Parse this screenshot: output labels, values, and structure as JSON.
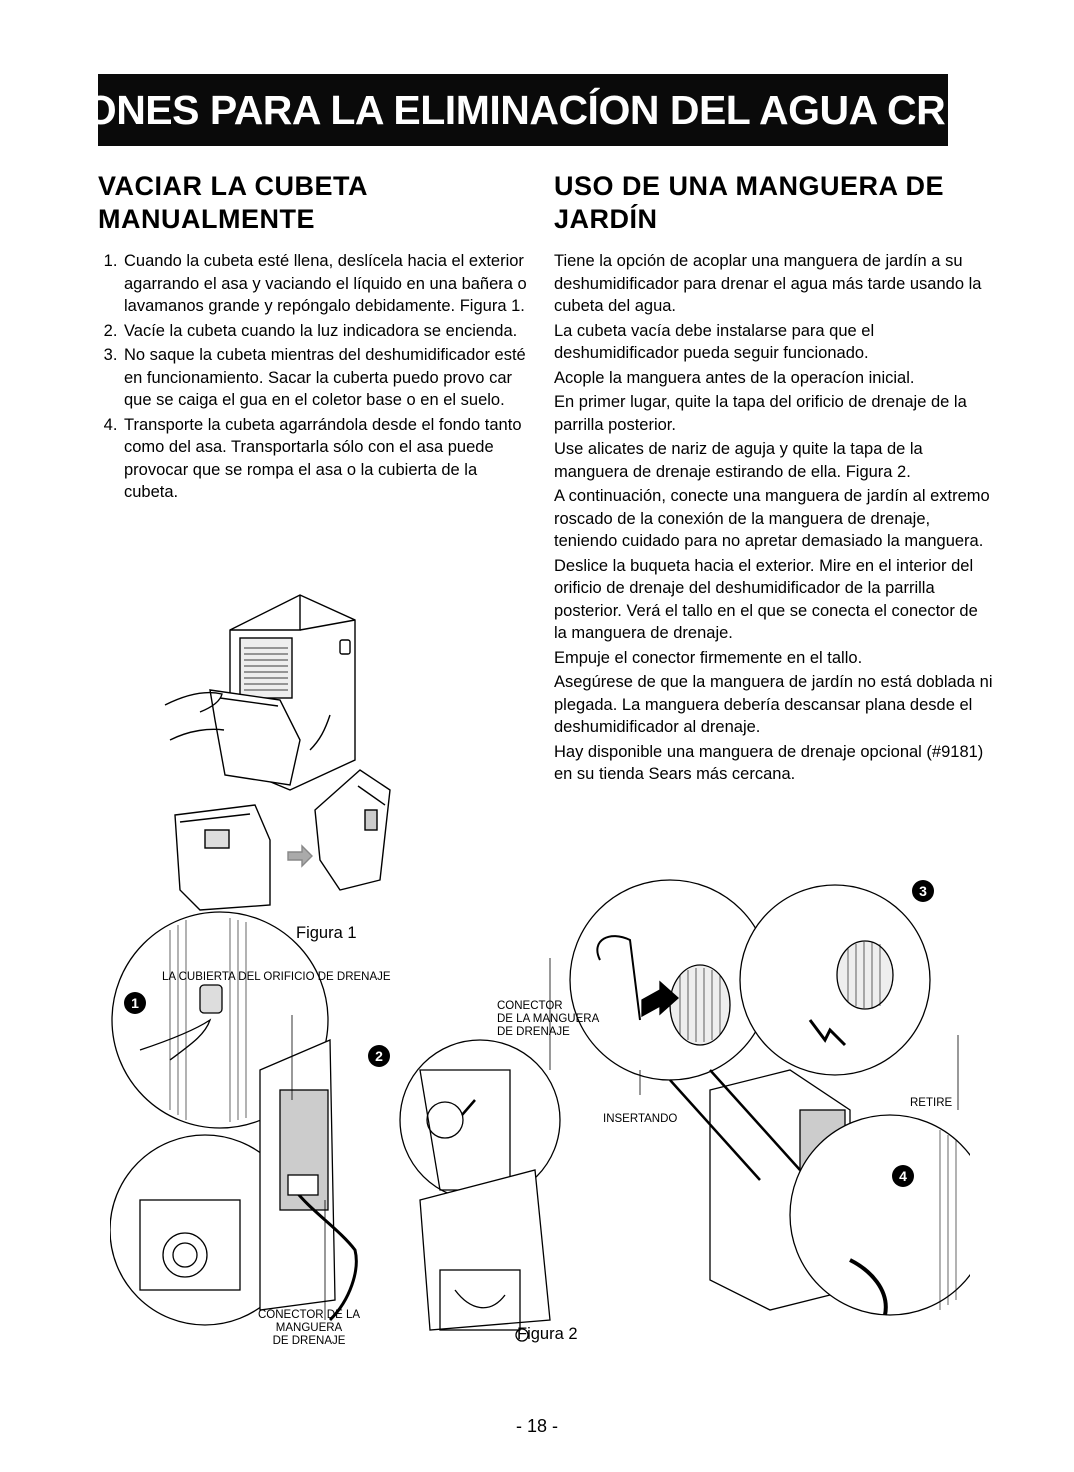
{
  "banner": "OPCIONES PARA LA ELIMINACÍON DEL AGUA CREADA",
  "left": {
    "heading_line1": "VACIAR LA CUBETA",
    "heading_line2": "MANUALMENTE",
    "items": [
      "Cuando la cubeta esté llena, deslícela hacia el exterior agarrando el asa y vaciando el líquido en una bañera o lavamanos grande y repóngalo debidamente. Figura 1.",
      "Vacíe la cubeta cuando la luz indicadora se encienda.",
      "No saque la cubeta mientras del deshumidificador esté en funcionamiento. Sacar la cuberta puedo provo car que se caiga el gua en el coletor base o en el suelo.",
      "Transporte la cubeta agarrándola desde el fondo tanto como del asa. Transportarla sólo con el asa puede provocar que se rompa el asa o la cubierta de la cubeta."
    ]
  },
  "right": {
    "heading_line1": "USO DE UNA MANGUERA DE",
    "heading_line2": "JARDÍN",
    "paragraphs": [
      "Tiene la opción de acoplar una manguera de jardín a su deshumidificador para drenar el agua más tarde usando la cubeta del agua.",
      "La cubeta vacía debe instalarse para que el deshumidificador pueda seguir funcionado.",
      "Acople la manguera antes de la operacíon inicial.",
      "En primer lugar, quite la tapa del orificio de drenaje de la parrilla posterior.",
      "Use alicates de nariz de aguja y quite la tapa de la manguera de drenaje estirando de ella. Figura 2.",
      "A continuación, conecte una manguera de jardín al extremo roscado de la conexión de la manguera de drenaje, teniendo cuidado para no apretar demasiado la manguera.",
      "Deslice la buqueta hacia el exterior. Mire en el interior del orificio de drenaje del deshumidificador de la parrilla posterior. Verá el tallo en el que se conecta el conector de la manguera de drenaje.",
      "Empuje el conector firmemente en el tallo.",
      "Asegúrese de que la manguera de jardín no está doblada ni plegada. La manguera debería descansar plana desde el deshumidificador al drenaje.",
      "Hay disponible una manguera de drenaje opcional (#9181) en su tienda Sears más cercana."
    ]
  },
  "figure1": {
    "caption": "Figura 1"
  },
  "figure2": {
    "caption": "Figura 2",
    "label_cubierta": "LA CUBIERTA DEL ORIFICIO DE DRENAJE",
    "label_conector_top": "CONECTOR\nDE LA MANGUERA\nDE DRENAJE",
    "label_insertando": "INSERTANDO",
    "label_retire": "RETIRE",
    "label_conector_bottom": "CONECTOR DE LA\nMANGUERA\nDE DRENAJE",
    "step1": "1",
    "step2": "2",
    "step3": "3",
    "step4": "4"
  },
  "page_number": "- 18 -"
}
